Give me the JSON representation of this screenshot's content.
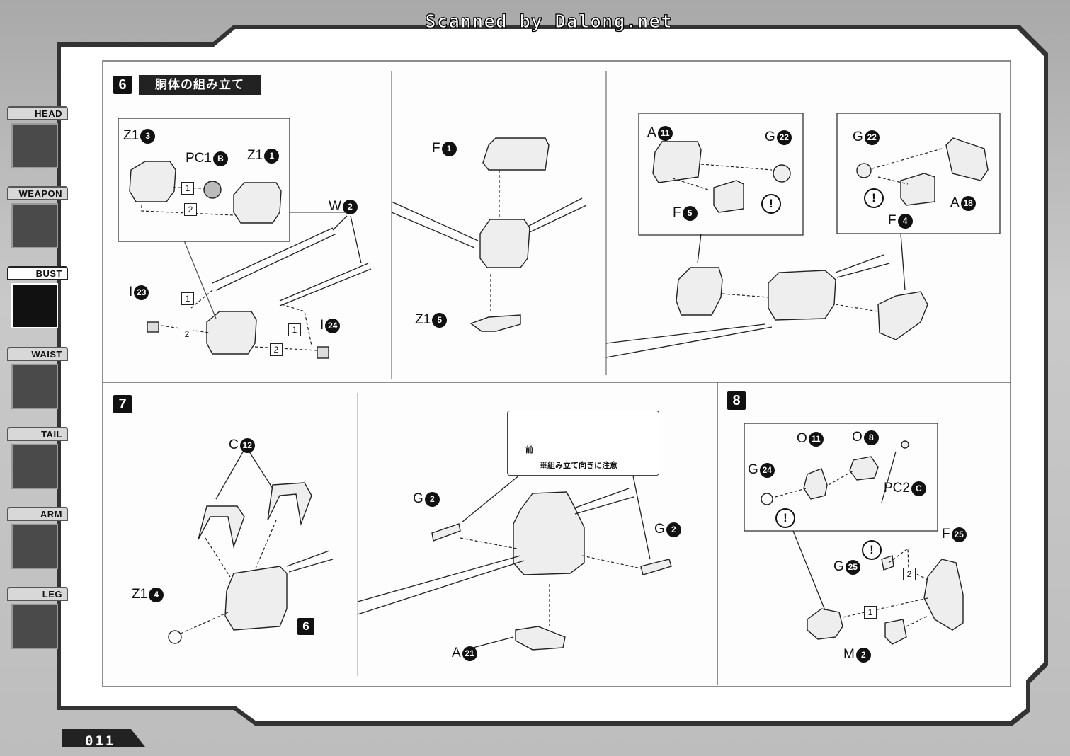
{
  "header": {
    "scan_title": "Scanned by Dalong.net"
  },
  "sidebar": {
    "tabs": [
      {
        "label": "HEAD",
        "active": false
      },
      {
        "label": "WEAPON",
        "active": false
      },
      {
        "label": "BUST",
        "active": true
      },
      {
        "label": "WAIST",
        "active": false
      },
      {
        "label": "TAIL",
        "active": false
      },
      {
        "label": "ARM",
        "active": false
      },
      {
        "label": "LEG",
        "active": false
      }
    ]
  },
  "footer": {
    "page_number": "011"
  },
  "steps": {
    "s6": {
      "number": "6",
      "title": "胴体の組み立て"
    },
    "s7": {
      "number": "7"
    },
    "s8": {
      "number": "8"
    }
  },
  "parts": {
    "z1_3": {
      "letter": "Z1",
      "num": "3"
    },
    "pc1_b": {
      "letter": "PC1",
      "num": "B"
    },
    "z1_1": {
      "letter": "Z1",
      "num": "1"
    },
    "w_2": {
      "letter": "W",
      "num": "2"
    },
    "i_23": {
      "letter": "I",
      "num": "23"
    },
    "i_24": {
      "letter": "I",
      "num": "24"
    },
    "f_1": {
      "letter": "F",
      "num": "1"
    },
    "z1_5": {
      "letter": "Z1",
      "num": "5"
    },
    "a_11": {
      "letter": "A",
      "num": "11"
    },
    "g_22a": {
      "letter": "G",
      "num": "22"
    },
    "f_5": {
      "letter": "F",
      "num": "5"
    },
    "g_22b": {
      "letter": "G",
      "num": "22"
    },
    "a_18": {
      "letter": "A",
      "num": "18"
    },
    "f_4": {
      "letter": "F",
      "num": "4"
    },
    "c_12": {
      "letter": "C",
      "num": "12"
    },
    "z1_4": {
      "letter": "Z1",
      "num": "4"
    },
    "g_2a": {
      "letter": "G",
      "num": "2"
    },
    "g_2b": {
      "letter": "G",
      "num": "2"
    },
    "a_21": {
      "letter": "A",
      "num": "21"
    },
    "o_11": {
      "letter": "O",
      "num": "11"
    },
    "o_8": {
      "letter": "O",
      "num": "8"
    },
    "g_24": {
      "letter": "G",
      "num": "24"
    },
    "pc2_c": {
      "letter": "PC2",
      "num": "C"
    },
    "f_25": {
      "letter": "F",
      "num": "25"
    },
    "g_25": {
      "letter": "G",
      "num": "25"
    },
    "m_2": {
      "letter": "M",
      "num": "2"
    }
  },
  "order_marks": {
    "one": "1",
    "two": "2"
  },
  "caution": {
    "symbol": "!"
  },
  "note": {
    "front": "前",
    "caption": "※組み立て向きに注意"
  },
  "step_ref": "6"
}
